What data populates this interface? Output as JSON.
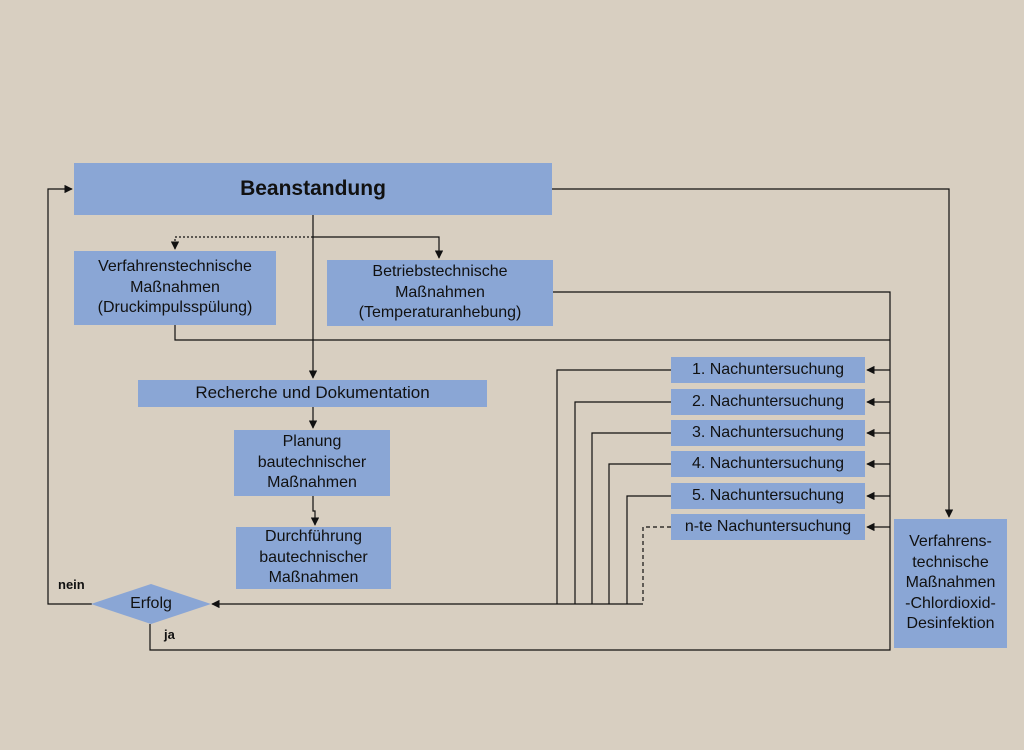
{
  "boxes": {
    "beanstandung": "Beanstandung",
    "verfahren_druck": "Verfahrenstechnische\nMaßnahmen\n(Druckimpulsspülung)",
    "betrieb": "Betriebstechnische\nMaßnahmen\n(Temperaturanhebung)",
    "recherche": "Recherche  und Dokumentation",
    "planung": "Planung\nbautechnischer\nMaßnahmen",
    "durchfuehrung": "Durchführung\nbautechnischer\nMaßnahmen",
    "chlordioxid": "Verfahrens-\ntechnische\nMaßnahmen\n-Chlordioxid-\nDesinfektion"
  },
  "nachuntersuchungen": [
    "1. Nachuntersuchung",
    "2. Nachuntersuchung",
    "3. Nachuntersuchung",
    "4. Nachuntersuchung",
    "5. Nachuntersuchung",
    "n-te Nachuntersuchung"
  ],
  "decision": {
    "label": "Erfolg",
    "no": "nein",
    "yes": "ja"
  },
  "colors": {
    "background": "#d8cfc1",
    "box": "#8aa6d5",
    "line": "#111111"
  }
}
